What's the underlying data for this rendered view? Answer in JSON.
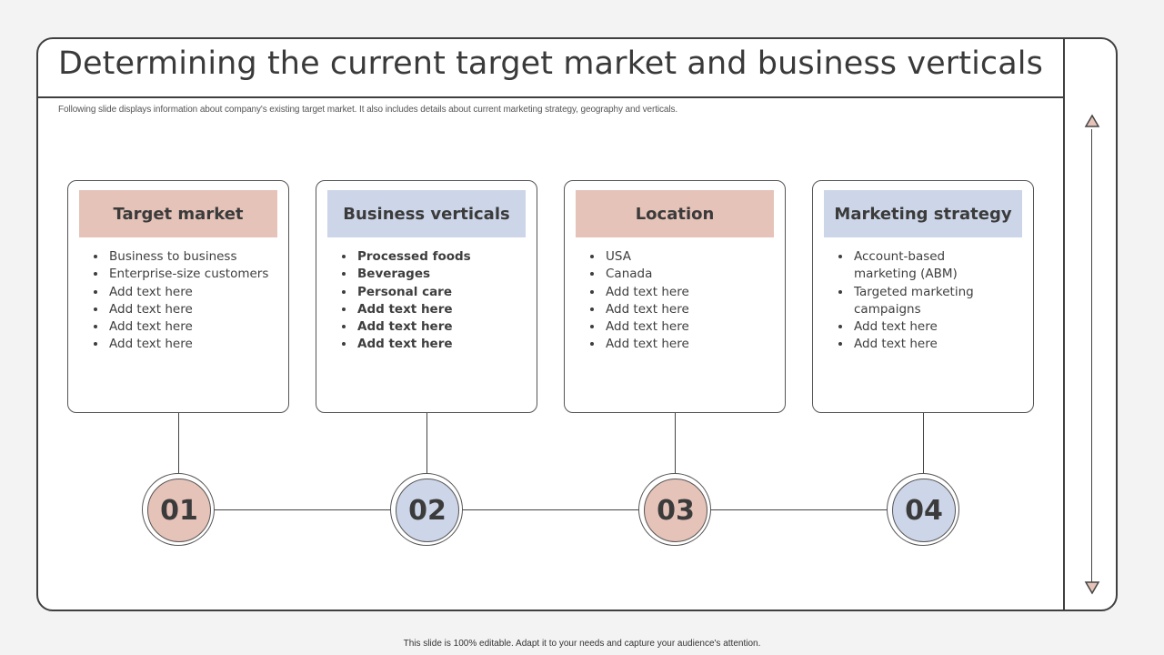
{
  "slide": {
    "title": "Determining the current target market and business verticals",
    "subtitle": "Following slide displays information about company's existing target market. It also includes details about current marketing strategy, geography and verticals.",
    "footer": "This slide is 100% editable. Adapt it to your needs and capture your audience's attention."
  },
  "colors": {
    "rose": "#e5c3b8",
    "blue": "#cdd6e8",
    "outline": "#3f3f3f"
  },
  "icons": {
    "scroll_up": "triangle-up-icon",
    "scroll_down": "triangle-down-icon"
  },
  "cards": [
    {
      "heading": "Target market",
      "number": "01",
      "items": [
        "Business to business",
        "Enterprise-size customers",
        "Add text here",
        "Add text here",
        "Add text here",
        "Add text here"
      ]
    },
    {
      "heading": "Business verticals",
      "number": "02",
      "items": [
        "Processed foods",
        "Beverages",
        "Personal care",
        "Add text here",
        "Add text here",
        "Add text here"
      ]
    },
    {
      "heading": "Location",
      "number": "03",
      "items": [
        "USA",
        "Canada",
        "Add text here",
        "Add text here",
        "Add text here",
        "Add text here"
      ]
    },
    {
      "heading": "Marketing strategy",
      "number": "04",
      "items": [
        "Account-based marketing (ABM)",
        "Targeted marketing campaigns",
        "Add text here",
        "Add text here"
      ]
    }
  ]
}
